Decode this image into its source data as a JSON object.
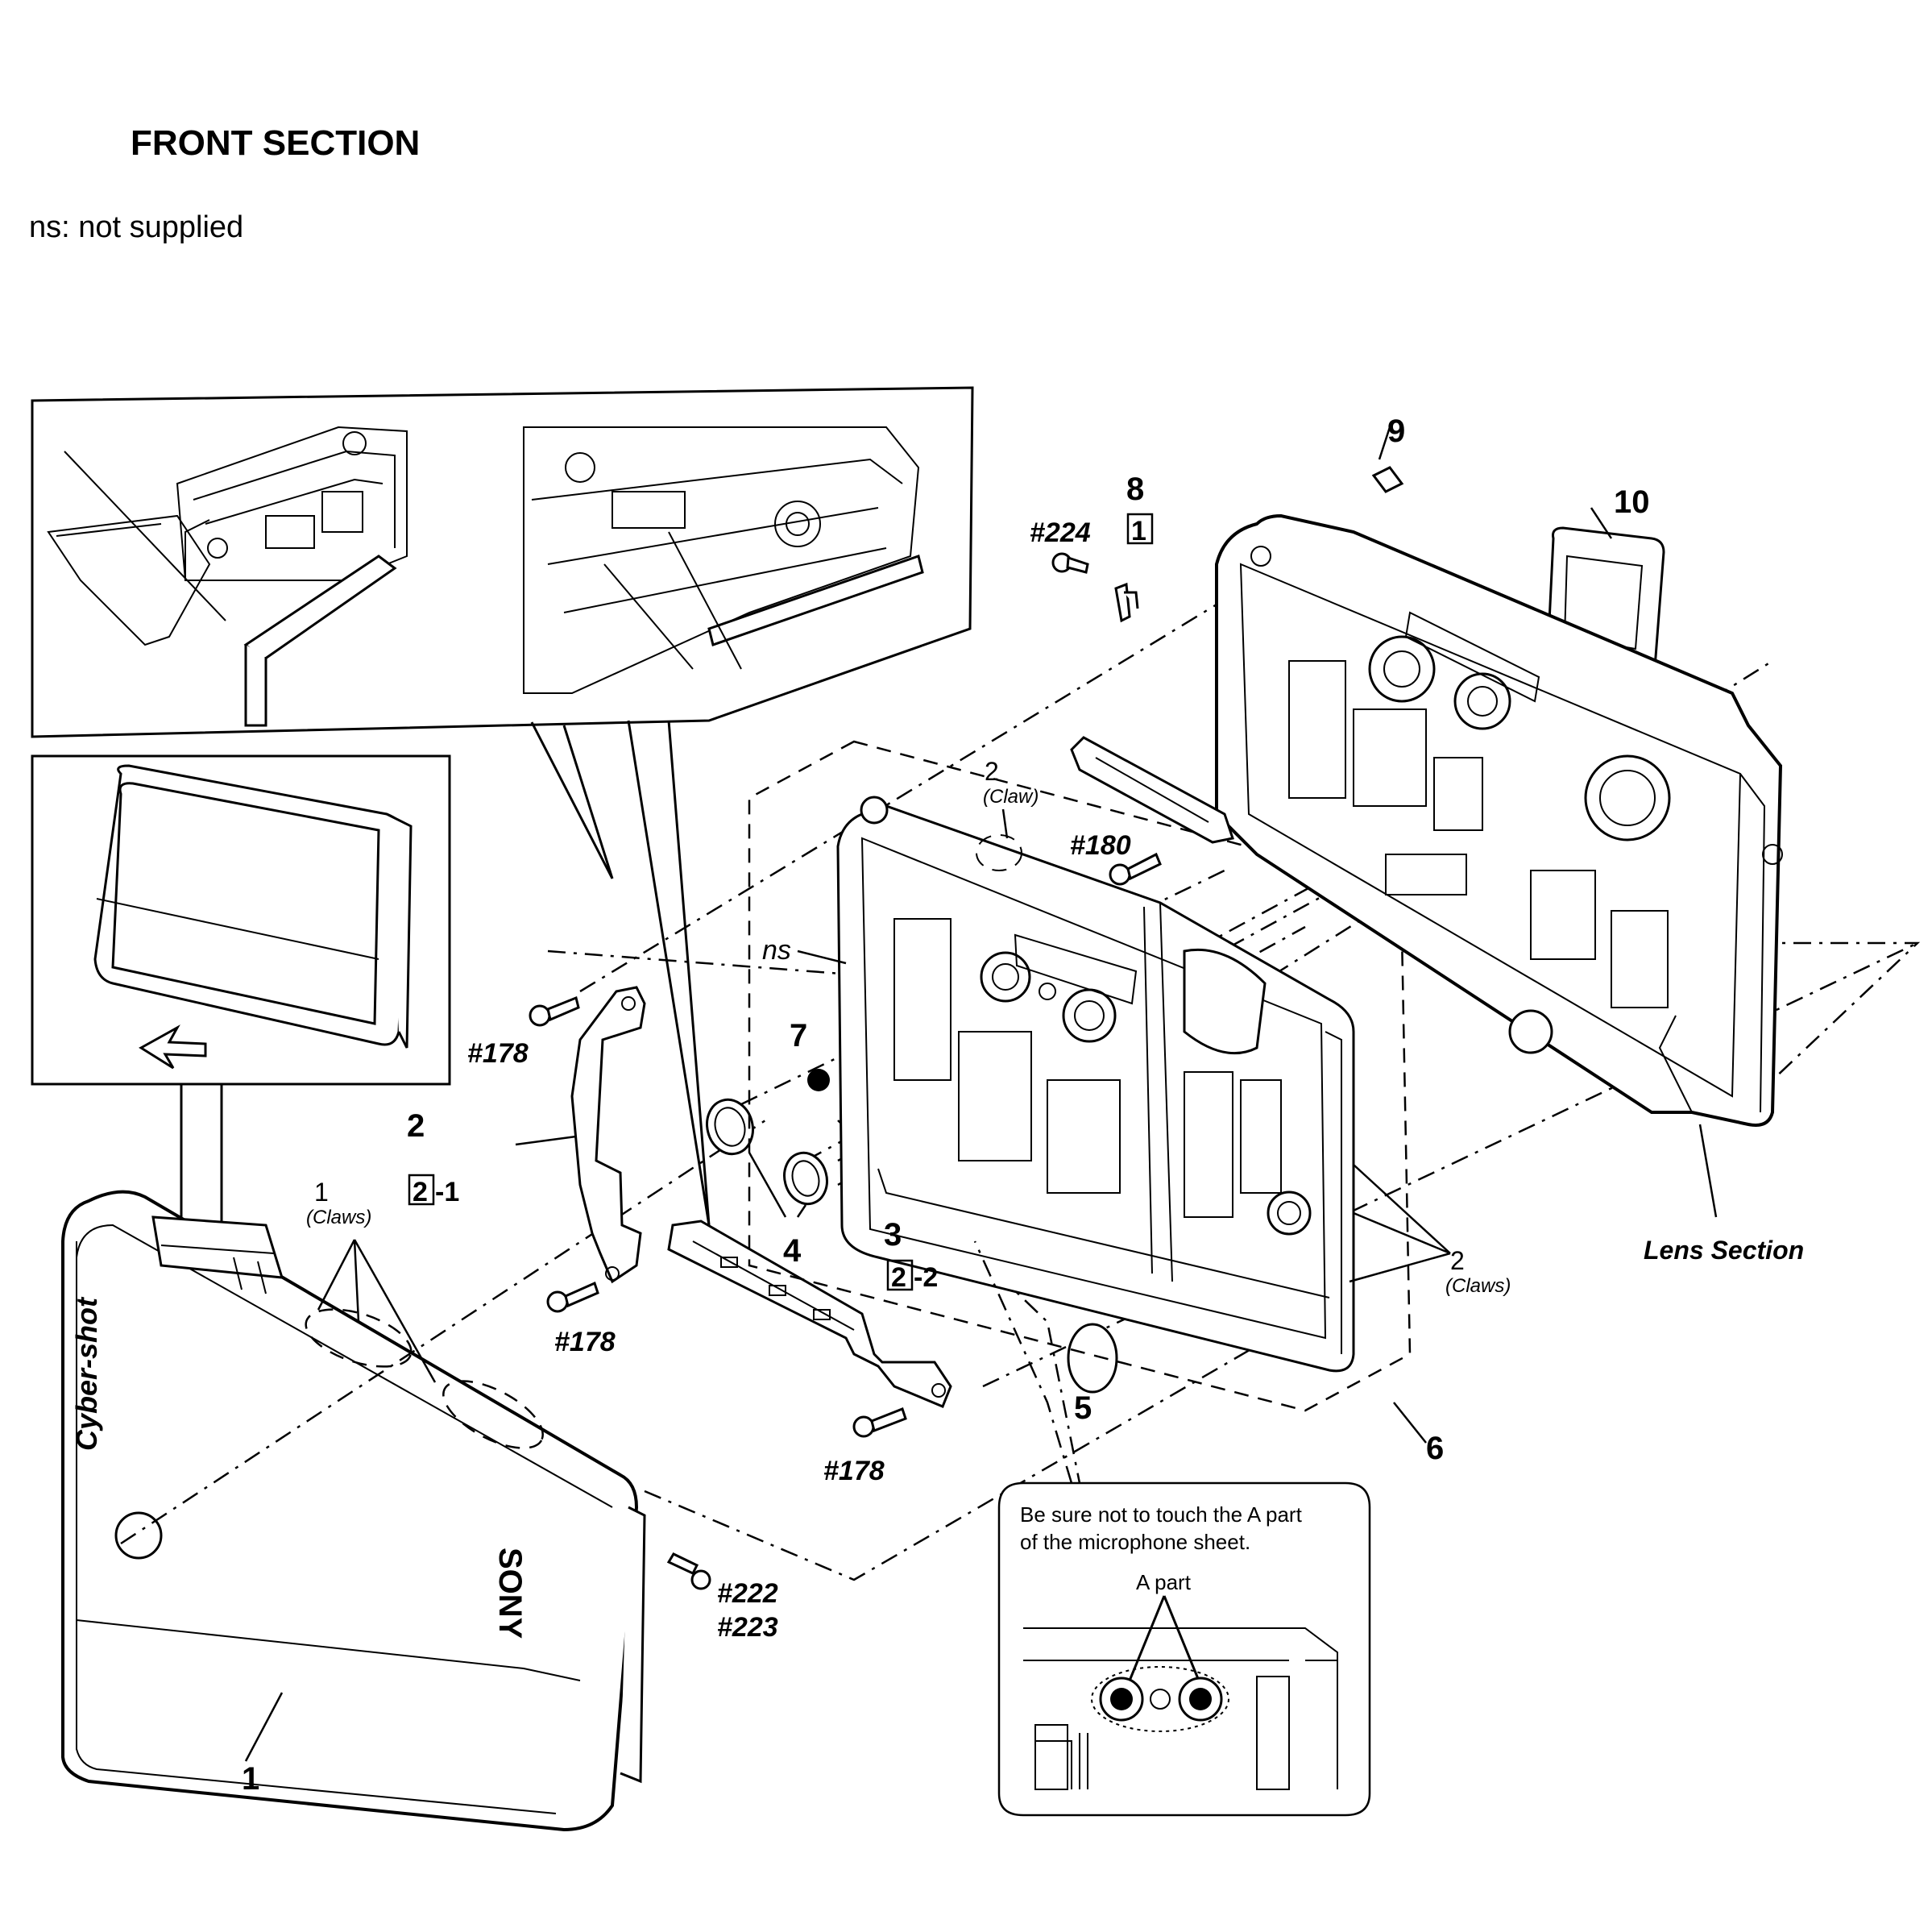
{
  "title": "FRONT SECTION",
  "legend_note": "ns: not supplied",
  "labels": {
    "n1": "1",
    "n2_bracket": "2",
    "n3": "3",
    "n4": "4",
    "n5": "5",
    "n6": "6",
    "n7": "7",
    "n8": "8",
    "n9": "9",
    "n10": "10",
    "n1_bottom": "1",
    "claw_one": "1",
    "claws_text": "(Claws)",
    "claw_two": "2",
    "claw_text": "(Claw)",
    "claws_two_right": "2",
    "claws_text_right": "(Claws)",
    "ns_tag": "ns",
    "box_2_1_num": "2",
    "box_2_1_suffix": "-1",
    "box_2_2_num": "2",
    "box_2_2_suffix": "-2",
    "box_1_num": "1",
    "screw_224": "#224",
    "screw_180": "#180",
    "screw_178_a": "#178",
    "screw_178_b": "#178",
    "screw_178_c": "#178",
    "screw_222": "#222",
    "screw_223": "#223",
    "lens_section": "Lens Section"
  },
  "callout": {
    "line1": "Be sure not to touch the A part",
    "line2": "of the microphone sheet.",
    "a_part": "A part"
  },
  "brand_marks": [
    "Cyber-shot",
    "SONY"
  ]
}
